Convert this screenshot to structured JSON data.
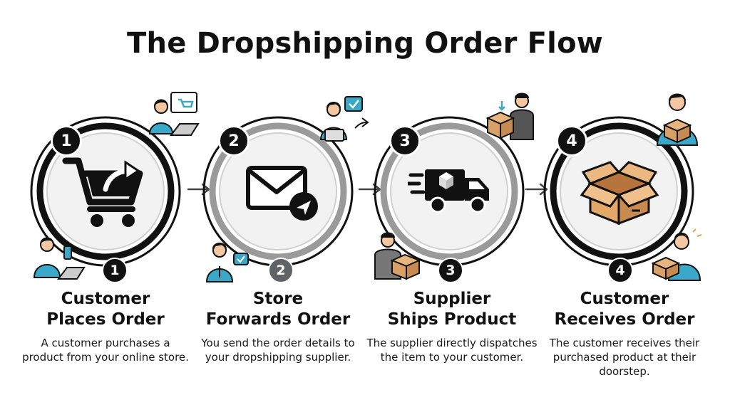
{
  "title": "The Dropshipping Order Flow",
  "steps": [
    {
      "number": "1",
      "title_line1": "Customer",
      "title_line2": "Places Order",
      "description": "A customer purchases a product from your online store.",
      "icon": "shopping-cart-icon"
    },
    {
      "number": "2",
      "title_line1": "Store",
      "title_line2": "Forwards Order",
      "description": "You send the order details to your dropshipping supplier.",
      "icon": "envelope-send-icon"
    },
    {
      "number": "3",
      "title_line1": "Supplier",
      "title_line2": "Ships Product",
      "description": "The supplier directly dispatches the item to your customer.",
      "icon": "delivery-truck-icon"
    },
    {
      "number": "4",
      "title_line1": "Customer",
      "title_line2": "Receives Order",
      "description": "The customer receives their purchased product at their doorstep.",
      "icon": "open-box-icon"
    }
  ],
  "colors": {
    "accent_teal": "#3aa9c9",
    "box_tan": "#d9a066",
    "ring_dark": "#111111",
    "ring_gray": "#9a9a9a"
  }
}
